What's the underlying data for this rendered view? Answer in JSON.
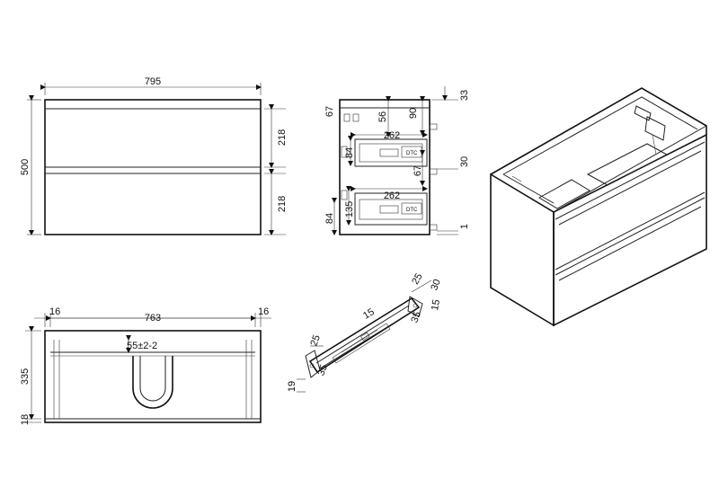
{
  "front_view": {
    "width": "795",
    "height": "500",
    "drawer_top": "218",
    "drawer_bottom": "218"
  },
  "side_view": {
    "top_gap": "67",
    "upper_left": "56",
    "upper_right": "90",
    "top_offset": "33",
    "upper_depth": "262",
    "mid_left": "84",
    "mid_right": "67",
    "mid_gap": "30",
    "lower_depth": "262",
    "lower_left_a": "135",
    "lower_left_b": "84",
    "bottom_offset": "1",
    "brand_label": "DTC"
  },
  "plan_view": {
    "left_edge": "16",
    "inner_width": "763",
    "right_edge": "16",
    "cutout_note": "55±2-2",
    "depth": "335",
    "base": "18"
  },
  "runner_detail": {
    "dim_a": "25",
    "dim_b": "30",
    "dim_c": "15",
    "dim_d": "35",
    "dim_e": "25",
    "dim_f": "35",
    "dim_g": "19",
    "dim_h": "15"
  }
}
